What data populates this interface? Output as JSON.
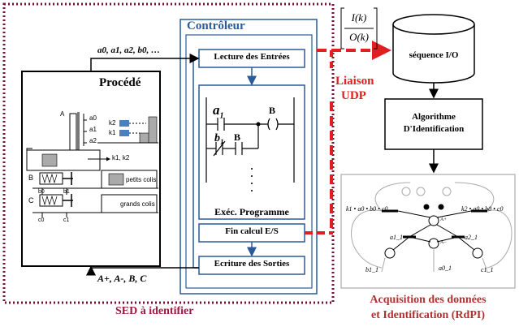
{
  "colors": {
    "dotted_frame": "#7a1030",
    "controller_blue": "#2a5a9a",
    "udp_red": "#e02020",
    "acquisition_text": "#b03030",
    "sed_text": "#9a1840",
    "panel_gray": "#aaaaaa",
    "box_gray": "#999999",
    "blue_small": "#4a7fc0"
  },
  "controller": {
    "title": "Contrôleur",
    "read_inputs": "Lecture des Entrées",
    "exec_program": "Exéc. Programme",
    "end_calc": "Fin calcul E/S",
    "write_outputs": "Ecriture des Sorties",
    "ladder": {
      "a1": "a",
      "a1_sub": "1",
      "b_coil": "B",
      "b1": "b",
      "b1_sub": "1",
      "b_contact": "B"
    }
  },
  "inputs_signal": {
    "text": "a0, a1, a2, b0, …"
  },
  "outputs_signal": {
    "text": "A+, A-, B, C"
  },
  "process": {
    "title": "Procédé",
    "labels": {
      "A": "A",
      "a0": "a0",
      "a1": "a1",
      "a2": "a2",
      "k2": "k2",
      "k1": "k1",
      "k1k2": "k1, k2",
      "B": "B",
      "C": "C",
      "b0": "b0",
      "b1": "b1",
      "c0": "c0",
      "c1": "c1",
      "petits_colis": "petits colis",
      "grands_colis": "grands colis"
    }
  },
  "sed_label": "SED à identifier",
  "io_fraction": {
    "numerator": "I(k)",
    "denominator": "O(k)"
  },
  "database_label": "séquence I/O",
  "udp_label": {
    "line1": "Liaison",
    "line2": "UDP"
  },
  "algorithm": {
    "line1": "Algorithme",
    "line2": "D'Identification"
  },
  "petri": {
    "left_label": "k1 • a0 • b0 • c0",
    "right_label": "k2 • a0 • b0 • c0",
    "a1_1": "a1_1",
    "a2_1": "a2_1",
    "b1_1": "b1_1",
    "a0_1": "a0_1",
    "c1_1": "c1_1",
    "a_plus": "A+",
    "a_minus": "A−"
  },
  "acquisition": {
    "line1": "Acquisition des données",
    "line2": "et Identification (RdPI)"
  }
}
